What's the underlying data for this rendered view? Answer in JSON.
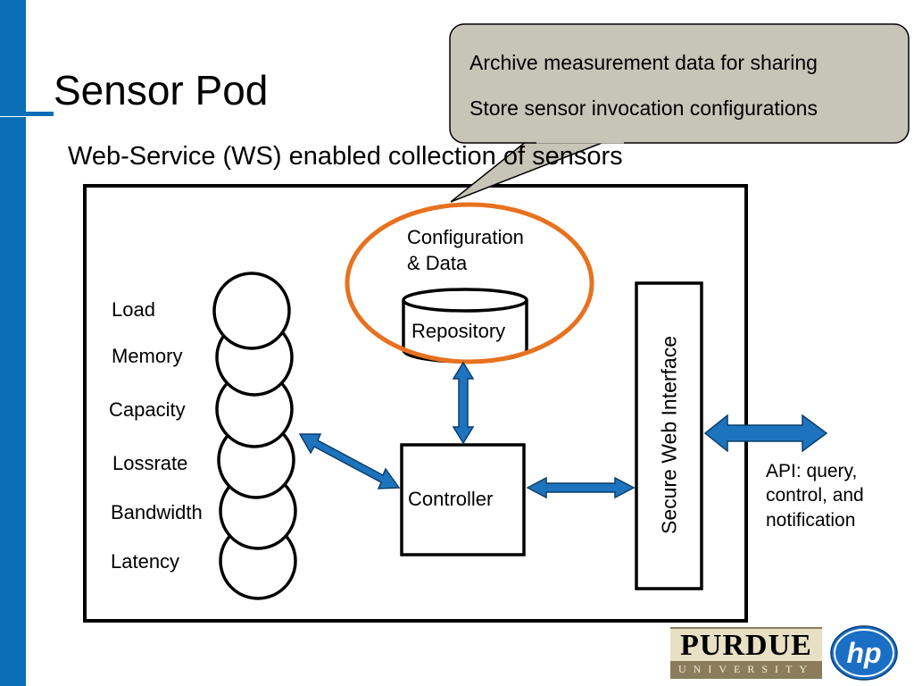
{
  "slide": {
    "title": "Sensor Pod",
    "subtitle": "Web-Service (WS) enabled collection of sensors"
  },
  "callout": {
    "lines": [
      "Archive measurement data for sharing",
      "Store sensor invocation configurations"
    ]
  },
  "config_label": {
    "line1": "Configuration",
    "line2": "& Data"
  },
  "repository": {
    "label": "Repository"
  },
  "controller": {
    "label": "Controller"
  },
  "web_interface": {
    "label": "Secure Web Interface"
  },
  "api": {
    "lines": [
      "API: query,",
      "control, and",
      "notification"
    ]
  },
  "sensors": [
    {
      "label": "Load"
    },
    {
      "label": "Memory"
    },
    {
      "label": "Capacity"
    },
    {
      "label": "Lossrate"
    },
    {
      "label": "Bandwidth"
    },
    {
      "label": "Latency"
    }
  ],
  "logos": {
    "purdue": {
      "name": "PURDUE",
      "sub": "UNIVERSITY"
    },
    "hp": {
      "text": "hp"
    }
  },
  "colors": {
    "accent_blue": "#0b6fb8",
    "arrow_blue": "#1e73be",
    "highlight_orange": "#e8711f",
    "callout_fill": "#c7c5b8"
  }
}
